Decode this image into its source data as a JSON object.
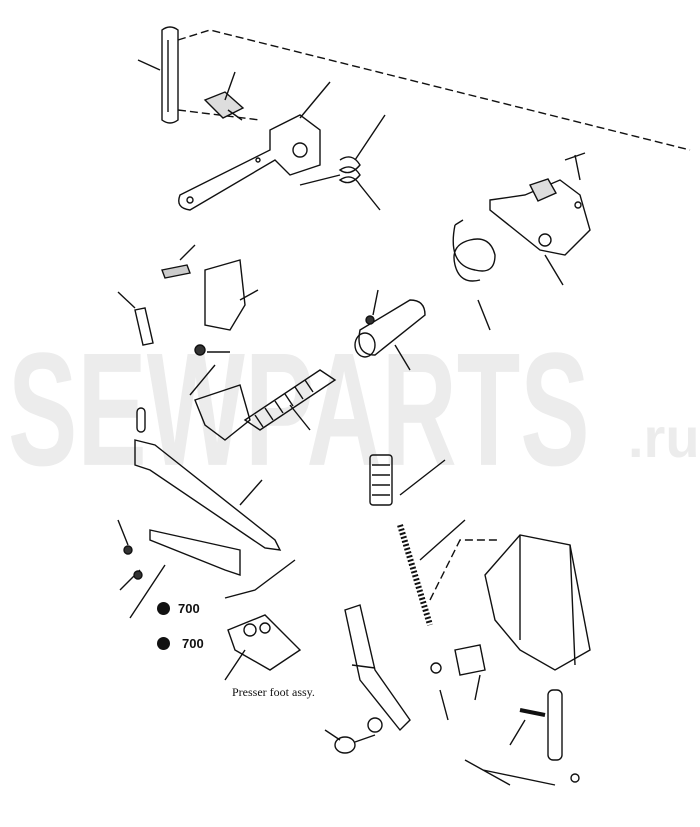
{
  "watermark": {
    "text": "SEWPARTS",
    "suffix": ".ru",
    "color": "#ececec"
  },
  "callouts": [
    {
      "marker": "filled-dot",
      "label": "700"
    },
    {
      "marker": "filled-dot",
      "label": "700"
    }
  ],
  "caption": "Presser foot assy."
}
